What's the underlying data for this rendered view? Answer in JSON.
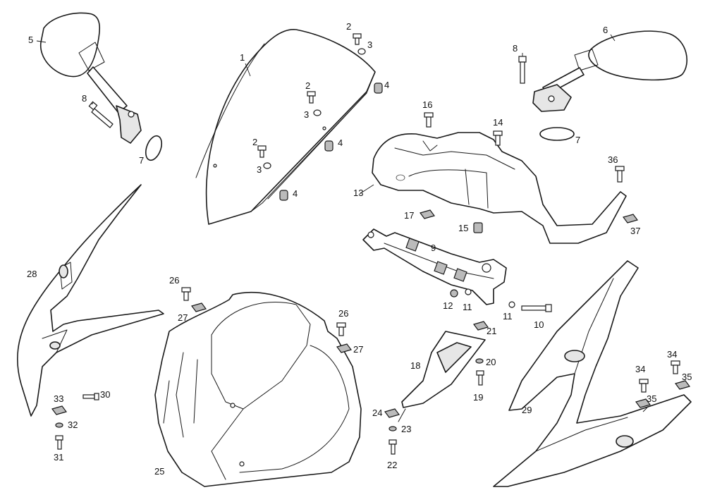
{
  "callouts": [
    {
      "id": "1",
      "text": "1"
    },
    {
      "id": "2a",
      "text": "2"
    },
    {
      "id": "3a",
      "text": "3"
    },
    {
      "id": "2b",
      "text": "2"
    },
    {
      "id": "3b",
      "text": "3"
    },
    {
      "id": "4a",
      "text": "4"
    },
    {
      "id": "2c",
      "text": "2"
    },
    {
      "id": "3c",
      "text": "3"
    },
    {
      "id": "4b",
      "text": "4"
    },
    {
      "id": "4c",
      "text": "4"
    },
    {
      "id": "5",
      "text": "5"
    },
    {
      "id": "6",
      "text": "6"
    },
    {
      "id": "7a",
      "text": "7"
    },
    {
      "id": "7b",
      "text": "7"
    },
    {
      "id": "8a",
      "text": "8"
    },
    {
      "id": "8b",
      "text": "8"
    },
    {
      "id": "9",
      "text": "9"
    },
    {
      "id": "10",
      "text": "10"
    },
    {
      "id": "11a",
      "text": "11"
    },
    {
      "id": "11b",
      "text": "11"
    },
    {
      "id": "12",
      "text": "12"
    },
    {
      "id": "13",
      "text": "13"
    },
    {
      "id": "14",
      "text": "14"
    },
    {
      "id": "15",
      "text": "15"
    },
    {
      "id": "16",
      "text": "16"
    },
    {
      "id": "17",
      "text": "17"
    },
    {
      "id": "18",
      "text": "18"
    },
    {
      "id": "19",
      "text": "19"
    },
    {
      "id": "20",
      "text": "20"
    },
    {
      "id": "21",
      "text": "21"
    },
    {
      "id": "22",
      "text": "22"
    },
    {
      "id": "23",
      "text": "23"
    },
    {
      "id": "24",
      "text": "24"
    },
    {
      "id": "25",
      "text": "25"
    },
    {
      "id": "26a",
      "text": "26"
    },
    {
      "id": "27a",
      "text": "27"
    },
    {
      "id": "26b",
      "text": "26"
    },
    {
      "id": "27b",
      "text": "27"
    },
    {
      "id": "28",
      "text": "28"
    },
    {
      "id": "29",
      "text": "29"
    },
    {
      "id": "30",
      "text": "30"
    },
    {
      "id": "31",
      "text": "31"
    },
    {
      "id": "32",
      "text": "32"
    },
    {
      "id": "33",
      "text": "33"
    },
    {
      "id": "34a",
      "text": "34"
    },
    {
      "id": "34b",
      "text": "34"
    },
    {
      "id": "35a",
      "text": "35"
    },
    {
      "id": "35b",
      "text": "35"
    },
    {
      "id": "36",
      "text": "36"
    },
    {
      "id": "37",
      "text": "37"
    }
  ]
}
